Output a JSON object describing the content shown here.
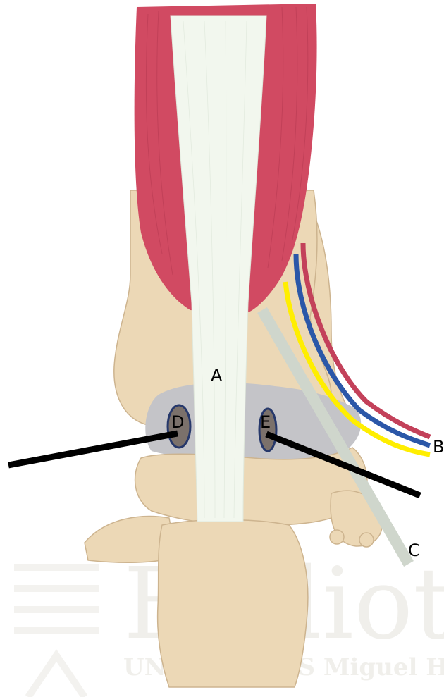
{
  "labels": {
    "a": "A",
    "b": "B",
    "c": "C",
    "d": "D",
    "e": "E"
  },
  "watermark": {
    "line1": "Biblioteca",
    "line2": "UNIVERSITAS Miguel Hernández"
  },
  "colors": {
    "muscle": "#d14a62",
    "tendon": "#f2f7ee",
    "bone": "#ecd8b6",
    "bone_outline": "#cdb48f",
    "cartilage": "#c4c4c8",
    "portal_fill": "#7b716b",
    "portal_ring": "#26386b",
    "nerve_yellow": "#ffee00",
    "vein_blue": "#2b57a8",
    "artery_red": "#c3415a",
    "structure_c": "#cfd6cc",
    "instrument": "#000000"
  }
}
